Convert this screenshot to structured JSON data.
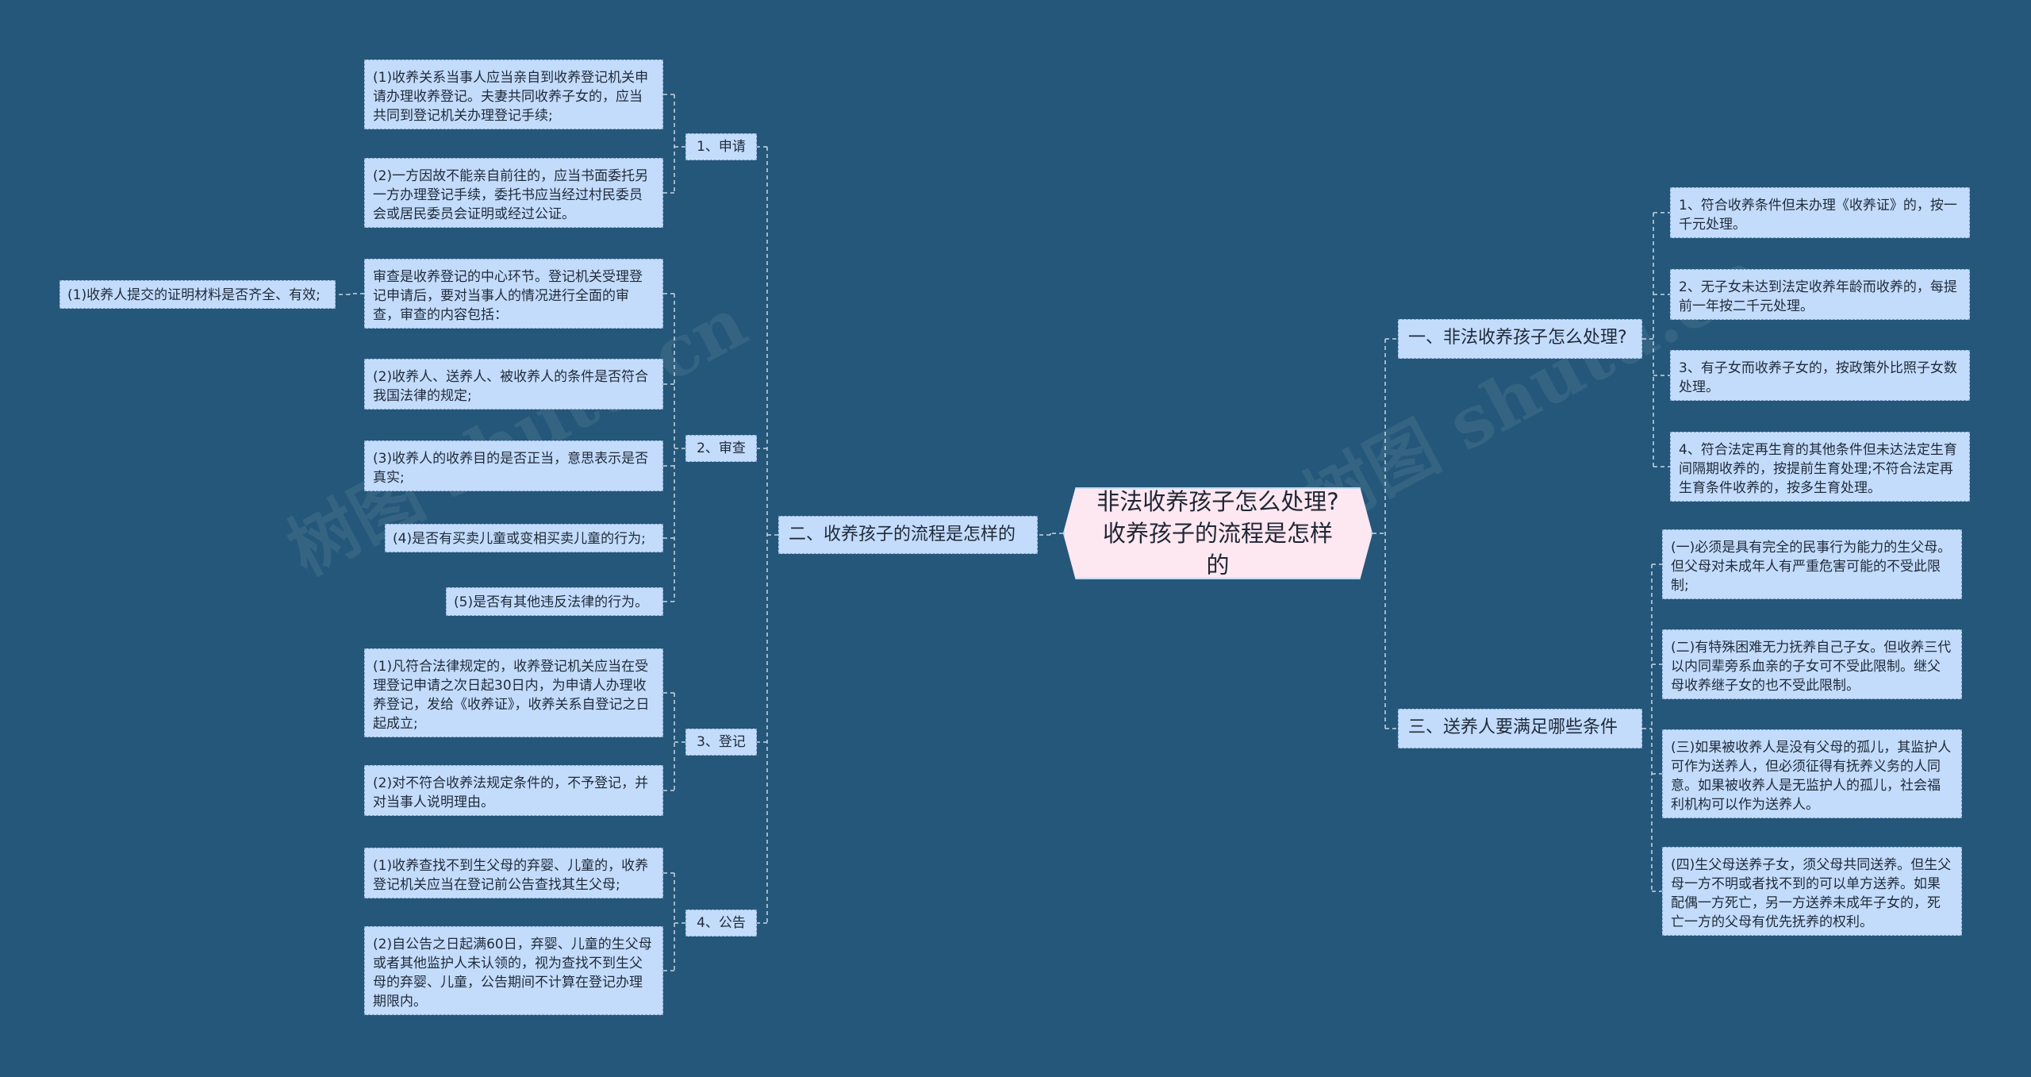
{
  "root": "非法收养孩子怎么处理?收养孩子的流程是怎样的",
  "watermark": "树图 shutu.cn",
  "left": {
    "label": "二、收养孩子的流程是怎样的",
    "groups": [
      {
        "label": "1、申请",
        "items": [
          "(1)收养关系当事人应当亲自到收养登记机关申请办理收养登记。夫妻共同收养子女的，应当共同到登记机关办理登记手续;",
          "(2)一方因故不能亲自前往的，应当书面委托另一方办理登记手续，委托书应当经过村民委员会或居民委员会证明或经过公证。"
        ]
      },
      {
        "label": "2、审查",
        "intro": "审查是收养登记的中心环节。登记机关受理登记申请后，要对当事人的情况进行全面的审查，审查的内容包括：",
        "intro_child": "(1)收养人提交的证明材料是否齐全、有效;",
        "items": [
          "(2)收养人、送养人、被收养人的条件是否符合我国法律的规定;",
          "(3)收养人的收养目的是否正当，意思表示是否真实;",
          "(4)是否有买卖儿童或变相买卖儿童的行为;",
          "(5)是否有其他违反法律的行为。"
        ]
      },
      {
        "label": "3、登记",
        "items": [
          "(1)凡符合法律规定的，收养登记机关应当在受理登记申请之次日起30日内，为申请人办理收养登记，发给《收养证》，收养关系自登记之日起成立;",
          "(2)对不符合收养法规定条件的，不予登记，并对当事人说明理由。"
        ]
      },
      {
        "label": "4、公告",
        "items": [
          "(1)收养查找不到生父母的弃婴、儿童的，收养登记机关应当在登记前公告查找其生父母;",
          "(2)自公告之日起满60日，弃婴、儿童的生父母或者其他监护人未认领的，视为查找不到生父母的弃婴、儿童，公告期间不计算在登记办理期限内。"
        ]
      }
    ]
  },
  "right": [
    {
      "label": "一、非法收养孩子怎么处理?",
      "items": [
        "1、符合收养条件但未办理《收养证》的，按一千元处理。",
        "2、无子女未达到法定收养年龄而收养的，每提前一年按二千元处理。",
        "3、有子女而收养子女的，按政策外比照子女数处理。",
        "4、符合法定再生育的其他条件但未达法定生育间隔期收养的，按提前生育处理;不符合法定再生育条件收养的，按多生育处理。"
      ]
    },
    {
      "label": "三、送养人要满足哪些条件",
      "items": [
        "(一)必须是具有完全的民事行为能力的生父母。但父母对未成年人有严重危害可能的不受此限制;",
        "(二)有特殊困难无力抚养自己子女。但收养三代以内同辈旁系血亲的子女可不受此限制。继父母收养继子女的也不受此限制。",
        "(三)如果被收养人是没有父母的孤儿，其监护人可作为送养人，但必须征得有抚养义务的人同意。如果被收养人是无监护人的孤儿，社会福利机构可以作为送养人。",
        "(四)生父母送养子女，须父母共同送养。但生父母一方不明或者找不到的可以单方送养。如果配偶一方死亡，另一方送养未成年子女的，死亡一方的父母有优先抚养的权利。"
      ]
    }
  ]
}
